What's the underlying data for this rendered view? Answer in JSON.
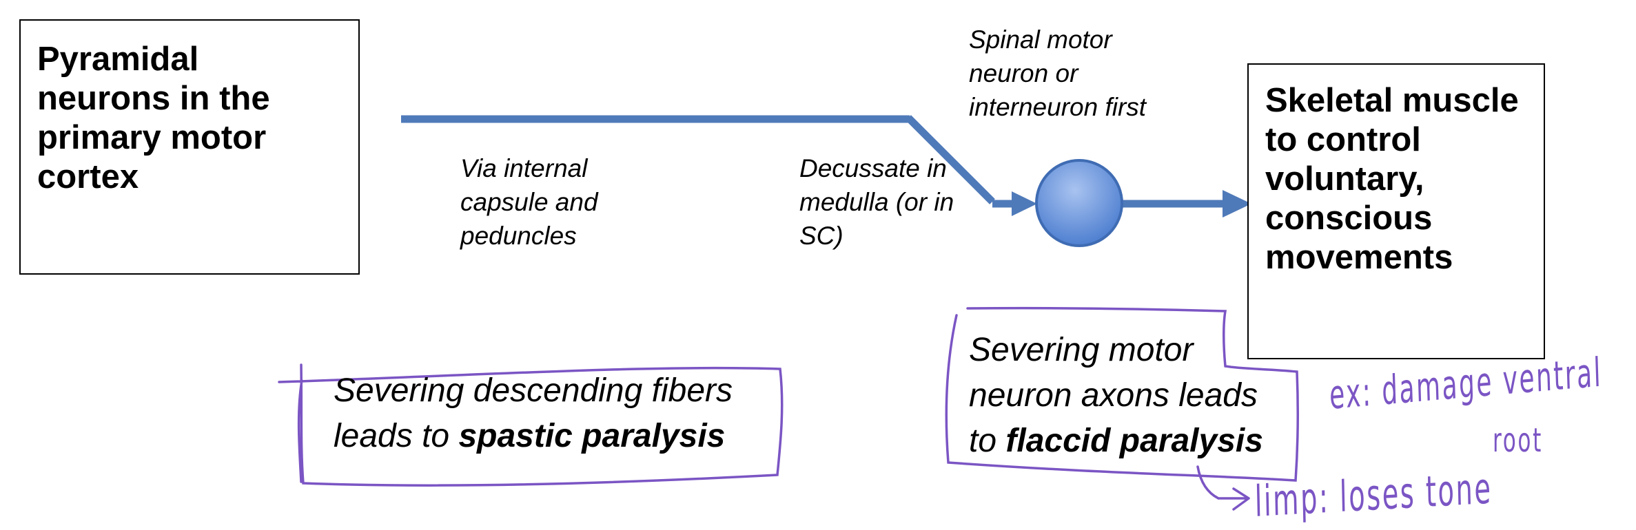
{
  "diagram": {
    "source_box": {
      "text": "Pyramidal neurons in the primary motor cortex"
    },
    "target_box": {
      "text": "Skeletal muscle to control voluntary, conscious movements"
    },
    "labels": {
      "internal_capsule": "Via internal capsule and peduncles",
      "decussate": "Decussate in medulla (or in SC)",
      "spinal_motor": "Spinal motor neuron or interneuron first"
    },
    "callouts": {
      "spastic": {
        "prefix": "Severing  descending fibers leads to ",
        "emphasis": "spastic paralysis"
      },
      "flaccid": {
        "prefix": "Severing motor neuron axons leads to ",
        "emphasis": "flaccid paralysis"
      }
    },
    "handwriting": {
      "example_line1": "ex: damage ventral",
      "example_line2": "root",
      "limp": "limp: loses tone"
    },
    "colors": {
      "pathway": "#4f7ab9",
      "neuron_fill": "#6f98de",
      "ink": "#7b55c4"
    }
  }
}
